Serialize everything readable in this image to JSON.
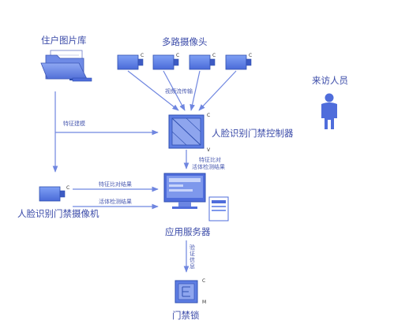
{
  "nodes": {
    "photo_library": "住户图片库",
    "multi_camera": "多路摄像头",
    "visitor": "来访人员",
    "controller": "人脸识别门禁控制器",
    "face_camera": "人脸识别门禁摄像机",
    "app_server": "应用服务器",
    "door_lock": "门禁锁"
  },
  "edges": {
    "video_stream": "视频流传输",
    "feature_modeling": "特征建模",
    "compare_liveness_1": "特征比对",
    "compare_liveness_2": "活体检测结果",
    "feature_compare_result": "特征比对结果",
    "liveness_result": "活体检测结果",
    "verify_1": "验",
    "verify_2": "证",
    "verify_3": "信",
    "verify_4": "息"
  },
  "glyphs": {
    "c": "C",
    "v": "V",
    "m": "M"
  },
  "colors": {
    "device_fill": "#5b7fe6",
    "device_stroke": "#2f4fb0",
    "arrow": "#6f86e0",
    "text": "#3a4aa8"
  }
}
